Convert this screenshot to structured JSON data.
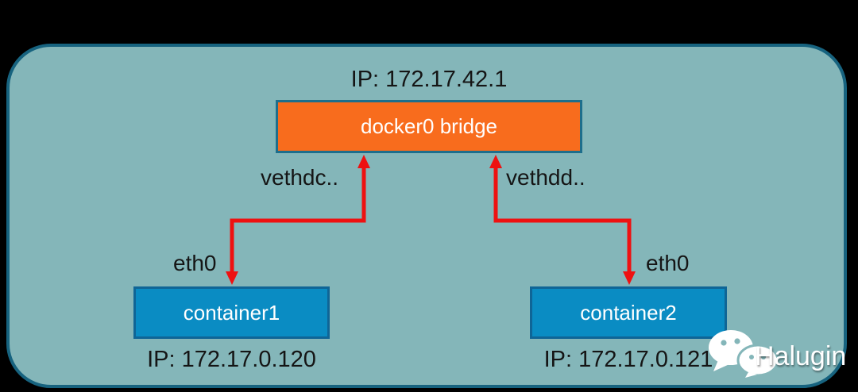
{
  "diagram": {
    "bridge": {
      "label": "docker0 bridge",
      "ip_label": "IP: 172.17.42.1"
    },
    "connectors": [
      {
        "veth_label": "vethdc..",
        "from": "docker0 bridge",
        "to": "container1"
      },
      {
        "veth_label": "vethdd..",
        "from": "docker0 bridge",
        "to": "container2"
      }
    ],
    "containers": [
      {
        "label": "container1",
        "iface_label": "eth0",
        "ip_label": "IP: 172.17.0.120"
      },
      {
        "label": "container2",
        "iface_label": "eth0",
        "ip_label": "IP: 172.17.0.121"
      }
    ]
  },
  "watermark": {
    "icon": "wechat-icon",
    "text": "Halugin"
  },
  "colors": {
    "outside_background": "#000000",
    "boundary_fill": "#84b6b9",
    "boundary_border": "#17637f",
    "bridge_fill": "#f86c1d",
    "bridge_border": "#1e6e8c",
    "container_fill": "#0a8cc3",
    "container_border": "#0f6596",
    "arrow": "#ee1111",
    "label_text": "#151515",
    "node_text": "#ffffff",
    "watermark_text": "#ffffff"
  }
}
